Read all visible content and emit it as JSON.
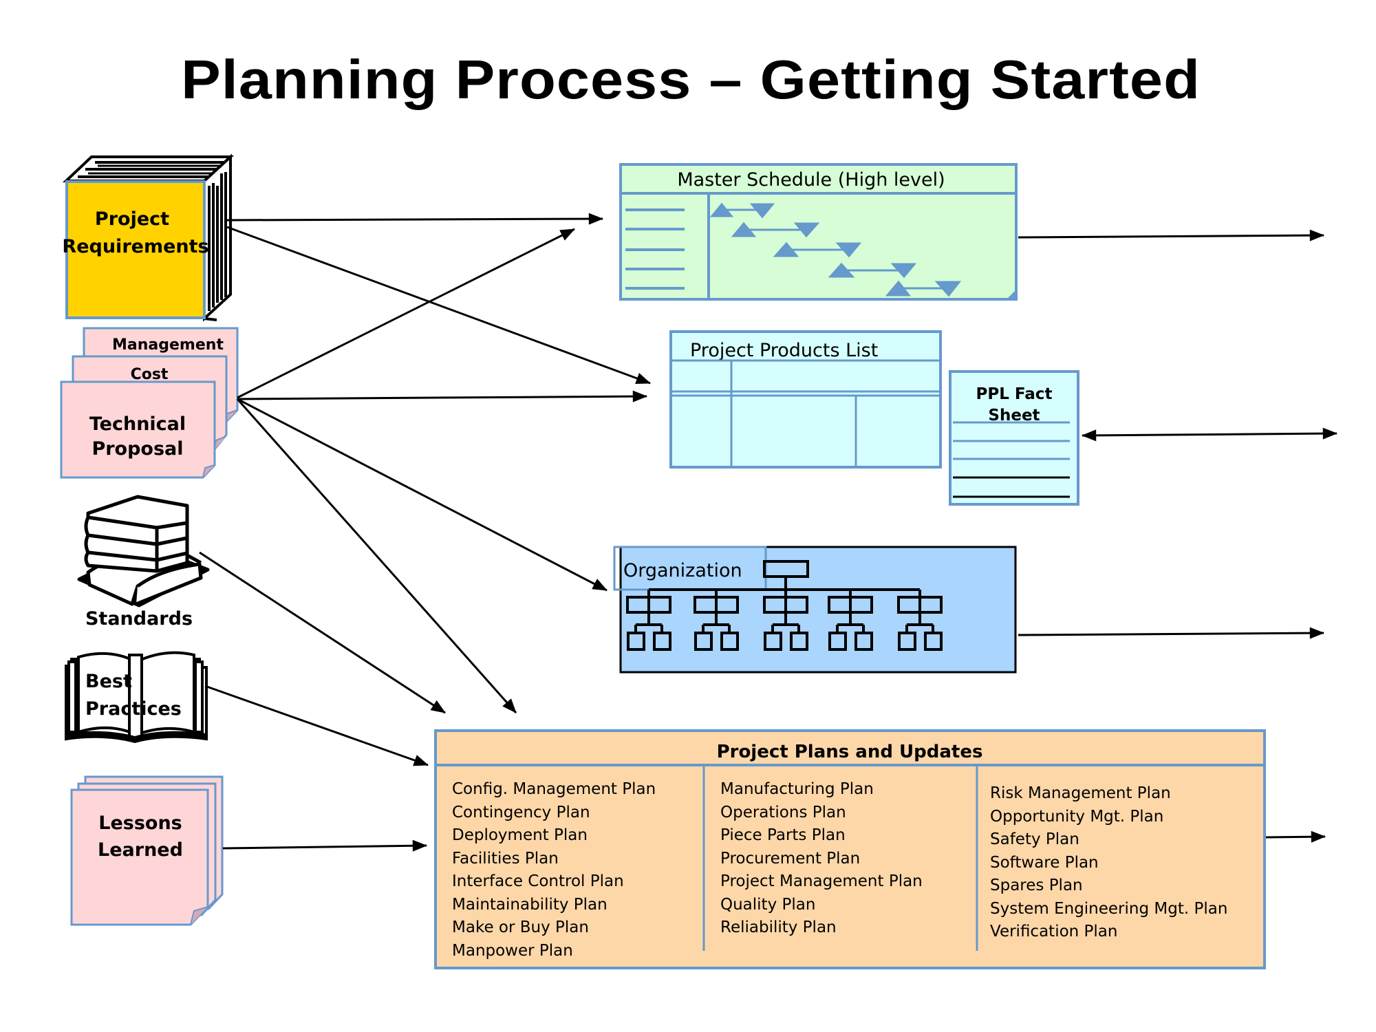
{
  "title": "Planning Process – Getting Started",
  "colors": {
    "border_blue": "#6699cc",
    "requirements_fill": "#ffd200",
    "proposal_fill": "#ffd6d8",
    "schedule_fill": "#d6fdd6",
    "ppl_fill": "#d6fefe",
    "org_fill": "#aad5fd",
    "plans_fill": "#fed7a9",
    "arrow": "#000000"
  },
  "inputs": {
    "requirements": {
      "line1": "Project",
      "line2": "Requirements",
      "icon": "binder-book-icon"
    },
    "proposal": {
      "back_label": "Management",
      "middle_label": "Cost",
      "front_line1": "Technical",
      "front_line2": "Proposal",
      "icon": "stacked-documents-icon"
    },
    "standards": {
      "label": "Standards",
      "icon": "book-stack-icon"
    },
    "best_practices": {
      "line1": "Best",
      "line2": "Practices",
      "icon": "open-book-icon"
    },
    "lessons_learned": {
      "line1": "Lessons",
      "line2": "Learned",
      "icon": "stacked-documents-icon"
    }
  },
  "outputs": {
    "master_schedule": {
      "title": "Master Schedule (High level)",
      "icon": "gantt-chart-icon"
    },
    "project_products_list": {
      "title": "Project Products List",
      "icon": "table-icon"
    },
    "ppl_fact_sheet": {
      "line1": "PPL Fact",
      "line2": "Sheet"
    },
    "organization": {
      "title": "Organization",
      "icon": "org-chart-icon"
    },
    "project_plans": {
      "title": "Project Plans and Updates",
      "columns": [
        [
          "Config. Management Plan",
          "Contingency Plan",
          "Deployment Plan",
          "Facilities Plan",
          "Interface Control Plan",
          "Maintainability Plan",
          "Make or Buy Plan",
          "Manpower Plan"
        ],
        [
          "Manufacturing Plan",
          "Operations Plan",
          "Piece Parts Plan",
          "Procurement Plan",
          "Project Management Plan",
          "Quality Plan",
          "Reliability Plan"
        ],
        [
          "Risk Management Plan",
          "Opportunity Mgt. Plan",
          "Safety Plan",
          "Software Plan",
          "Spares Plan",
          "System Engineering Mgt. Plan",
          "Verification Plan"
        ]
      ]
    }
  },
  "connections": [
    {
      "from": "requirements",
      "to": "master_schedule"
    },
    {
      "from": "requirements",
      "to": "project_products_list"
    },
    {
      "from": "proposal",
      "to": "master_schedule"
    },
    {
      "from": "proposal",
      "to": "project_products_list"
    },
    {
      "from": "proposal",
      "to": "organization"
    },
    {
      "from": "proposal",
      "to": "project_plans"
    },
    {
      "from": "standards",
      "to": "project_plans"
    },
    {
      "from": "best_practices",
      "to": "project_plans"
    },
    {
      "from": "lessons_learned",
      "to": "project_plans"
    },
    {
      "from": "master_schedule",
      "to": "next_step"
    },
    {
      "from": "ppl_fact_sheet",
      "to": "next_step",
      "bidirectional": true
    },
    {
      "from": "organization",
      "to": "next_step"
    },
    {
      "from": "project_plans",
      "to": "next_step"
    }
  ]
}
